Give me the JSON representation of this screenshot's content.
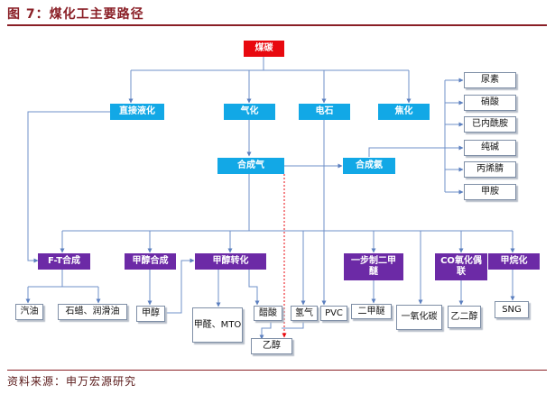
{
  "header": {
    "title": "图 7：煤化工主要路径"
  },
  "footer": {
    "source": "资料来源：申万宏源研究"
  },
  "nodes": {
    "coal": "煤碳",
    "direct_liquefaction": "直接液化",
    "gasification": "气化",
    "calcium_carbide": "电石",
    "coking": "焦化",
    "syngas": "合成气",
    "synthetic_ammonia": "合成氨",
    "urea": "尿素",
    "ammonium_nitrate": "硝酸",
    "caprolactam": "已内酰胺",
    "soda_ash": "纯碱",
    "acrylonitrile": "丙烯腈",
    "methylamine": "甲胺",
    "ft_synthesis": "F-T合成",
    "methanol_synthesis": "甲醇合成",
    "methanol_conversion": "甲醇转化",
    "one_step_dme": "一步制二甲\n醚",
    "co_oxidative_coupling": "CO氧化偶\n联",
    "methanation": "甲烷化",
    "gasoline": "汽油",
    "paraffin_lubricant": "石蜡、润滑油",
    "methanol": "甲醇",
    "formaldehyde_mto": "甲醛、MTO",
    "acetic_acid": "醋酸",
    "hydrogen": "氢气",
    "pvc": "PVC",
    "dme": "二甲醚",
    "carbon_monoxide": "一氧化碳",
    "ethylene_glycol": "乙二醇",
    "sng": "SNG",
    "ethanol": "乙醇"
  }
}
